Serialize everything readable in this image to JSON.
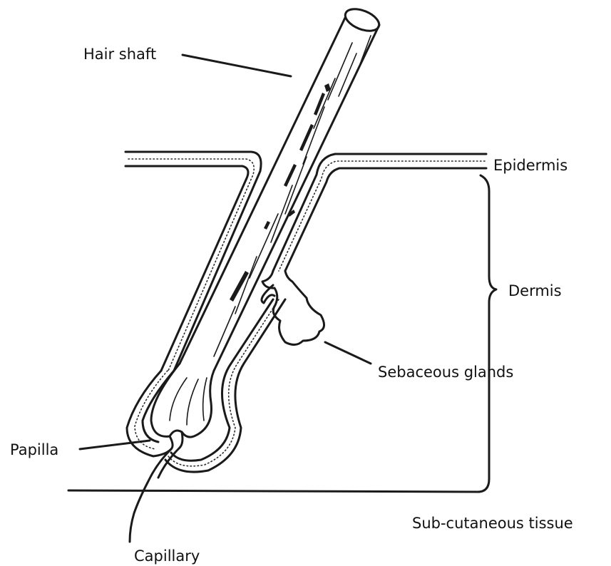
{
  "labels": {
    "hair_shaft": "Hair shaft",
    "epidermis": "Epidermis",
    "dermis": "Dermis",
    "sebaceous_glands": "Sebaceous glands",
    "papilla": "Papilla",
    "sub_cutaneous": "Sub-cutaneous tissue",
    "capillary": "Capillary"
  },
  "colors": {
    "ink": "#1a1a1a",
    "background": "#ffffff"
  }
}
